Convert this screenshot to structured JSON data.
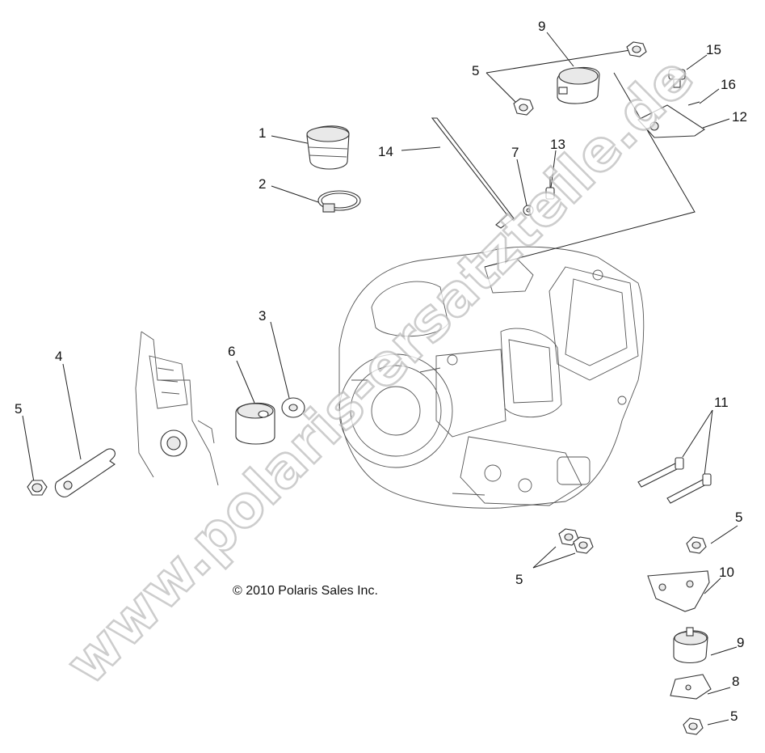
{
  "diagram": {
    "copyright": "© 2010 Polaris Sales Inc.",
    "watermark": "www.polaris-ersatzteile.de",
    "callouts": {
      "c1": "1",
      "c2": "2",
      "c3": "3",
      "c4": "4",
      "c5a": "5",
      "c5b": "5",
      "c5c": "5",
      "c5d": "5",
      "c5e": "5",
      "c6": "6",
      "c7": "7",
      "c8": "8",
      "c9a": "9",
      "c9b": "9",
      "c10": "10",
      "c11": "11",
      "c12": "12",
      "c13": "13",
      "c14": "14",
      "c15": "15",
      "c16": "16"
    }
  }
}
